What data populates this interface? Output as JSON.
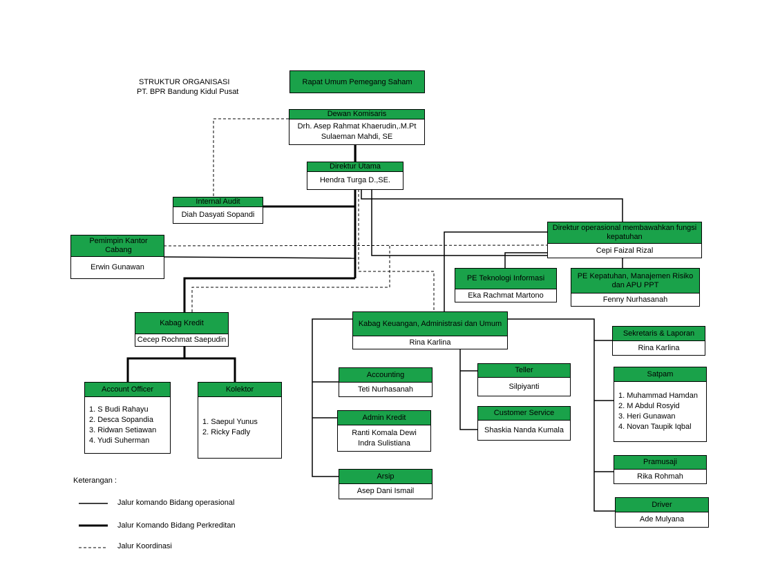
{
  "title": {
    "line1": "STRUKTUR ORGANISASI",
    "line2": "PT. BPR Bandung Kidul Pusat"
  },
  "colors": {
    "header_green": "#1aa24a",
    "line": "#000000"
  },
  "units": {
    "rups": {
      "title": "Rapat Umum Pemegang Saham"
    },
    "dewan_komisaris": {
      "title": "Dewan Komisaris",
      "members": [
        "Drh. Asep Rahmat Khaerudin,.M.Pt",
        "Sulaeman Mahdi, SE"
      ]
    },
    "direktur_utama": {
      "title": "Direktur Utama",
      "members": [
        "Hendra Turga D.,SE."
      ]
    },
    "internal_audit": {
      "title": "Internal Audit",
      "members": [
        "Diah Dasyati Sopandi"
      ]
    },
    "kantor_cabang": {
      "title": "Pemimpin Kantor Cabang",
      "members": [
        "Erwin Gunawan"
      ]
    },
    "direktur_operasional": {
      "title": "Direktur operasional membawahkan fungsi kepatuhan",
      "members": [
        "Cepi Faizal Rizal"
      ]
    },
    "pe_ti": {
      "title": "PE Teknologi Informasi",
      "members": [
        "Eka Rachmat Martono"
      ]
    },
    "pe_kepatuhan": {
      "title": "PE Kepatuhan, Manajemen Risiko dan APU PPT",
      "members": [
        "Fenny Nurhasanah"
      ]
    },
    "kabag_kredit": {
      "title": "Kabag Kredit",
      "members": [
        "Cecep Rochmat Saepudin"
      ]
    },
    "kabag_keuangan": {
      "title": "Kabag Keuangan, Administrasi dan Umum",
      "members": [
        "Rina Karlina"
      ]
    },
    "account_officer": {
      "title": "Account Officer",
      "members": [
        "1. S Budi Rahayu",
        "2. Desca Sopandia",
        "3. Ridwan Setiawan",
        "4. Yudi Suherman"
      ]
    },
    "kolektor": {
      "title": "Kolektor",
      "members": [
        "1. Saepul Yunus",
        "2. Ricky Fadly"
      ]
    },
    "accounting": {
      "title": "Accounting",
      "members": [
        "Teti Nurhasanah"
      ]
    },
    "admin_kredit": {
      "title": "Admin Kredit",
      "members": [
        "Ranti Komala Dewi",
        "Indra Sulistiana"
      ]
    },
    "arsip": {
      "title": "Arsip",
      "members": [
        "Asep Dani Ismail"
      ]
    },
    "teller": {
      "title": "Teller",
      "members": [
        "Silpiyanti"
      ]
    },
    "customer_service": {
      "title": "Customer Service",
      "members": [
        "Shaskia Nanda Kumala"
      ]
    },
    "sekretaris": {
      "title": "Sekretaris & Laporan",
      "members": [
        "Rina Karlina"
      ]
    },
    "satpam": {
      "title": "Satpam",
      "members": [
        "1.  Muhammad Hamdan",
        "2. M Abdul Rosyid",
        "3. Heri Gunawan",
        "4. Novan Taupik Iqbal"
      ]
    },
    "pramusaji": {
      "title": "Pramusaji",
      "members": [
        "Rika Rohmah"
      ]
    },
    "driver": {
      "title": "Driver",
      "members": [
        "Ade Mulyana"
      ]
    }
  },
  "legend": {
    "heading": "Keterangan :",
    "items": [
      {
        "label": "Jalur komando Bidang operasional",
        "style": "solid-thin"
      },
      {
        "label": "Jalur Komando Bidang Perkreditan",
        "style": "solid-thick"
      },
      {
        "label": "Jalur Koordinasi",
        "style": "dashed"
      }
    ]
  }
}
